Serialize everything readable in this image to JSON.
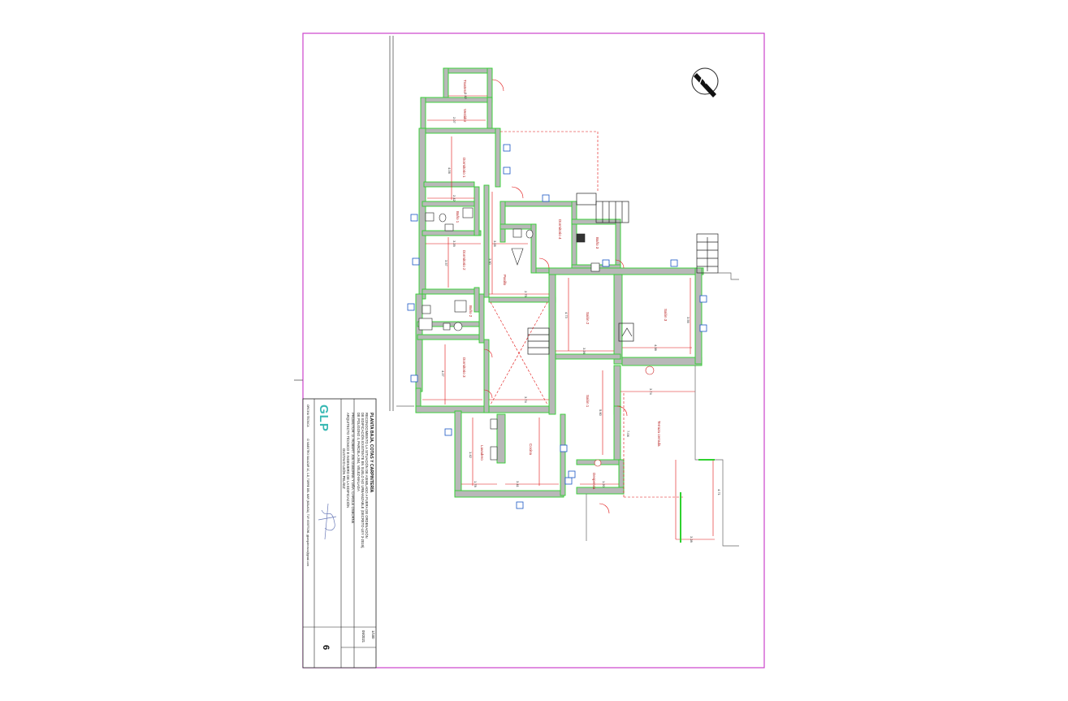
{
  "title_block": {
    "logo": "GLP",
    "logo_color": "#37b8b3",
    "studio": "OFICINA TÉCNICA",
    "address": "C/ MAESTRO SALAZAR 1C, 1-D, TORRE DEL MAR (MÁLAGA). TLF: 600975286. glparquitectura@gmail.com",
    "plan_title": "PLANTA BAJA, COTAS Y CARPINTERÍA",
    "project_line1": "RECONOCIMIENTO LA SITUACIÓN DE ASIMILADO A FUERA DE ORDENACIÓN",
    "project_line2": "DE EDIFICACIÓN EXISTENTE EN SUELO NO URBANIZABLE (DECRETO-LEY 3-2019),",
    "project_line3": "DE POLÍGONO 4, PARCELA 364, VÉLEZ-MÁLAGA",
    "promoter": "PROMOTOR: D. ROBERT JOE OSBORNE Y DÑA. CAROLE OSBORNE",
    "architect_role": "ARQUITECTO TÉCNICO E INGENIERO DE LA EDIFICACIÓN",
    "architect_name": "GUSTAVO LEÓN PELÁEZ",
    "scale": "1/100",
    "date": "09/2021",
    "sheet_number": "6"
  },
  "rooms": {
    "trastero": "Trastero",
    "vestidor": "Vestidor",
    "dormitorio1": "Dormitorio 1",
    "dormitorio2": "Dormitorio 2",
    "dormitorio3": "Dormitorio 3",
    "dormitorio4": "Dormitorio 4",
    "pasillo": "Pasillo",
    "bano1": "Baño 1",
    "bano2": "Baño 2",
    "bano3": "Baño 3",
    "salon1": "Salón 1",
    "salon2": "Salón 2",
    "salon3": "Salón 3",
    "cocina": "Cocina",
    "lavadero": "Lavadero",
    "despensa": "Despensa",
    "terraza": "Terraza cerrada"
  },
  "dimensions": [
    "2.42",
    "2.07",
    "4.06",
    "2.42",
    "3.29",
    "3.57",
    "4.27",
    "3.60",
    "3.05",
    "2.75",
    "4.73",
    "3.26",
    "4.38",
    "3.59",
    "3.74",
    "3.74",
    "5.60",
    "3.41",
    "1.78",
    "1.20",
    "4.71",
    "3.28",
    "1.42",
    "7.06"
  ],
  "colors": {
    "wall_fill": "#b8b8b8",
    "wall_outline": "#2fd12f",
    "dimension": "#e01010",
    "frame": "#cc44cc",
    "window_tag": "#1a56c4"
  }
}
